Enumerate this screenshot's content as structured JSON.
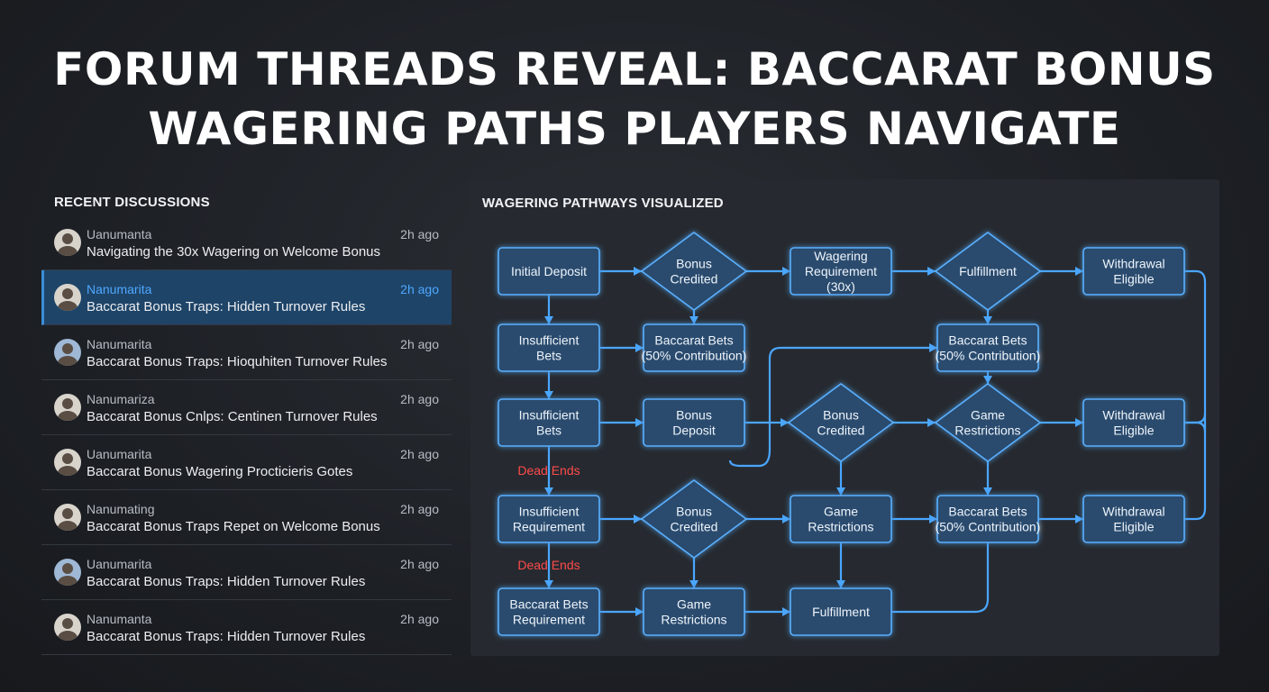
{
  "headline": {
    "line1": "FORUM THREADS REVEAL: BACCARAT BONUS",
    "line2": "WAGERING PATHS PLAYERS NAVIGATE"
  },
  "discussions": {
    "heading": "RECENT DISCUSSIONS",
    "threads": [
      {
        "user": "Uanumanta",
        "title": "Navigating the 30x Wagering on Welcome Bonus",
        "time": "2h ago",
        "avatar": "user-avatar-icon"
      },
      {
        "user": "Nanumarita",
        "title": "Baccarat Bonus Traps: Hidden Turnover Rules",
        "time": "2h ago",
        "avatar": "user-avatar-icon",
        "active": true
      },
      {
        "user": "Nanumarita",
        "title": "Baccarat Bonus Traps: Hioquhiten Turnover Rules",
        "time": "2h ago",
        "avatar": "user-avatar-icon"
      },
      {
        "user": "Nanumariza",
        "title": "Baccarat Bonus Cnlps: Centinen Turnover Rules",
        "time": "2h ago",
        "avatar": "user-avatar-icon"
      },
      {
        "user": "Uanumarita",
        "title": "Baccarat Bonus Wagering Procticieris Gotes",
        "time": "2h ago",
        "avatar": "user-avatar-icon"
      },
      {
        "user": "Nanumating",
        "title": "Baccarat Bonus Traps Repet on Welcome Bonus",
        "time": "2h ago",
        "avatar": "user-avatar-icon"
      },
      {
        "user": "Uanumarita",
        "title": "Baccarat Bonus Traps: Hidden Turnover Rules",
        "time": "2h ago",
        "avatar": "user-avatar-icon"
      },
      {
        "user": "Nanumanta",
        "title": "Baccarat Bonus Traps: Hidden Turnover Rules",
        "time": "2h ago",
        "avatar": "user-avatar-icon"
      }
    ]
  },
  "flowchart": {
    "heading": "WAGERING PATHWAYS VISUALIZED",
    "nodes": {
      "n11": [
        "Initial Deposit"
      ],
      "n12": [
        "Bonus",
        "Credited"
      ],
      "n13": [
        "Wagering",
        "Requirement",
        "(30x)"
      ],
      "n14": [
        "Fulfillment"
      ],
      "n15": [
        "Withdrawal",
        "Eligible"
      ],
      "n21": [
        "Insufficient",
        "Bets"
      ],
      "n22": [
        "Baccarat Bets",
        "(50% Contribution)"
      ],
      "n24": [
        "Baccarat Bets",
        "(50% Contribution)"
      ],
      "n31": [
        "Insufficient",
        "Bets"
      ],
      "n32": [
        "Bonus",
        "Deposit"
      ],
      "n33": [
        "Bonus",
        "Credited"
      ],
      "n34": [
        "Game",
        "Restrictions"
      ],
      "n35": [
        "Withdrawal",
        "Eligible"
      ],
      "n41": [
        "Insufficient",
        "Requirement"
      ],
      "n42": [
        "Bonus",
        "Credited"
      ],
      "n43": [
        "Game",
        "Restrictions"
      ],
      "n44": [
        "Baccarat Bets",
        "(50% Contribution)"
      ],
      "n45": [
        "Withdrawal",
        "Eligible"
      ],
      "n51": [
        "Baccarat Bets",
        "Requirement"
      ],
      "n52": [
        "Game",
        "Restrictions"
      ],
      "n53": [
        "Fulfillment"
      ]
    },
    "dead_end_label": "Dead Ends",
    "colors": {
      "node_fill": "#2a4b6e",
      "node_stroke": "#5ab0ff",
      "edge": "#4aa6ff",
      "dead_end": "#ff4a4a"
    }
  }
}
